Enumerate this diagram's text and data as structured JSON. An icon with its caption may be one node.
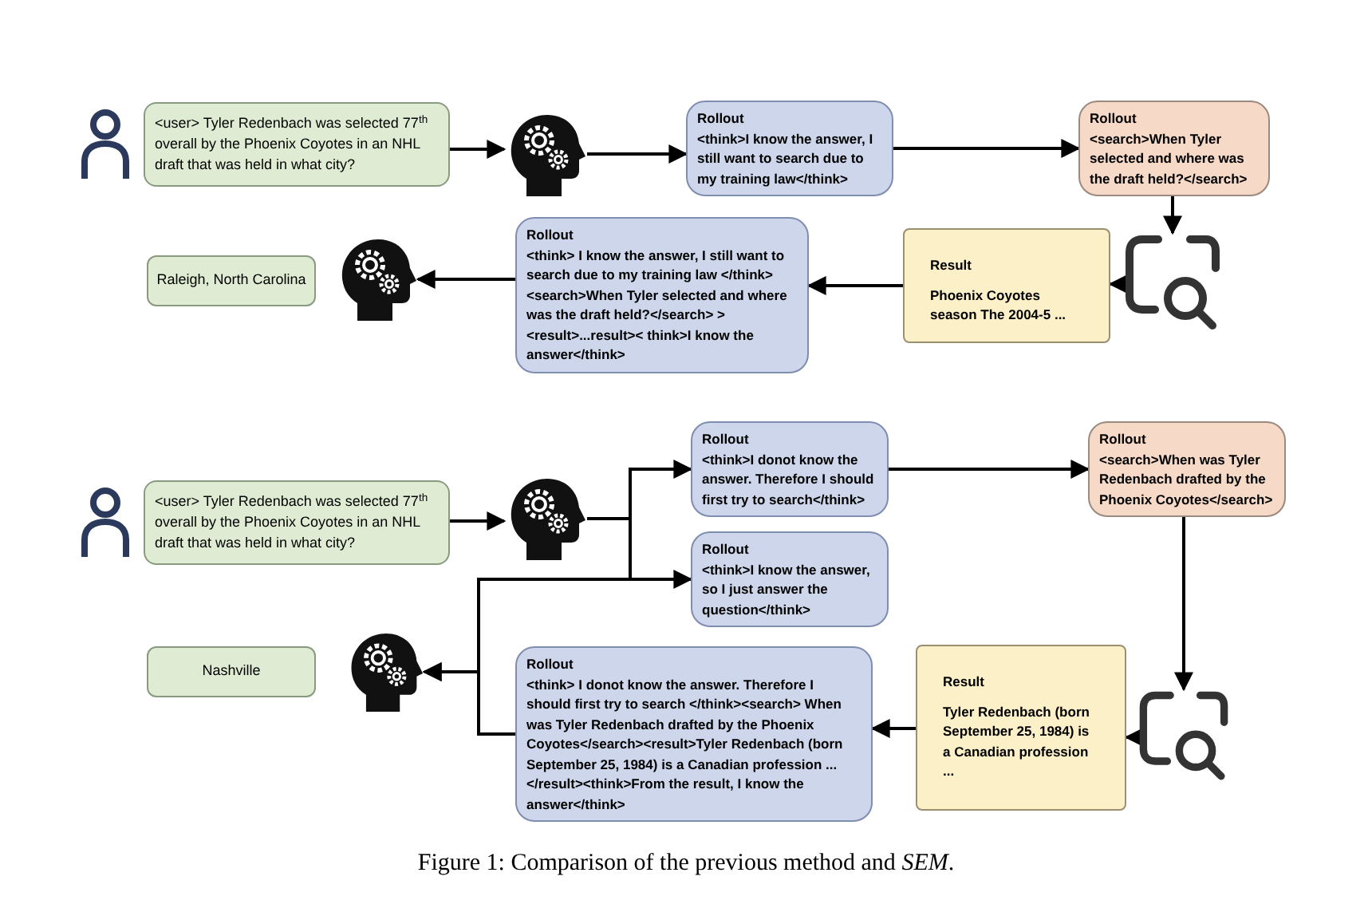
{
  "diagram": {
    "caption": "Figure 1: Comparison of the previous method and *SEM*.",
    "nodes": [
      {
        "text": [],
        "shape": "person"
      },
      {
        "text": [
          "<user> Tyler Redenbach was selected 77$^{th}$ overall by the Phoenix Coyotes in an NHL draft that was held in what city?"
        ]
      },
      {
        "text": [],
        "shape": "head"
      },
      {
        "text": [
          "Rollout",
          "<think>I know the answer, I still want to search due to my training law</think>"
        ]
      },
      {
        "text": [
          "Rollout",
          "<search>When Tyler selected and where was the draft held?</search>"
        ]
      },
      {
        "text": [],
        "shape": "magnifier"
      },
      {
        "text": [
          "Result",
          "Phoenix Coyotes season The 2004-5 ..."
        ]
      },
      {
        "text": [
          "Rollout",
          "<think> I know the answer, I still want to search due to my training law </think><search>When Tyler selected and where was the draft held?</search> ><result>...result>< think>I know the answer</think>"
        ]
      },
      {
        "text": [],
        "shape": "head"
      },
      {
        "text": [
          "Raleigh, North Carolina"
        ]
      },
      {
        "text": [],
        "shape": "person"
      },
      {
        "text": [
          "<user> Tyler Redenbach was selected 77$^{th}$ overall by the Phoenix Coyotes in an NHL draft that was held in what city?"
        ]
      },
      {
        "text": [],
        "shape": "head"
      },
      {
        "text": [
          "Rollout",
          "<think>I donot know the answer. Therefore I should first try to search</think>"
        ]
      },
      {
        "text": [
          "Rollout",
          "<think>I know the answer, so I just answer the question</think>"
        ]
      },
      {
        "text": [
          "Rollout",
          "<search>When was Tyler Redenbach drafted by the Phoenix Coyotes</search>"
        ]
      },
      {
        "text": [],
        "shape": "magnifier"
      },
      {
        "text": [
          "Result",
          "Tyler Redenbach (born September 25, 1984) is a Canadian profession ..."
        ]
      },
      {
        "text": [
          "Rollout",
          "<think> I donot know the answer. Therefore I should first try to search </think><search> When was Tyler Redenbach drafted by the Phoenix Coyotes</search><result>Tyler Redenbach (born September 25, 1984) is a Canadian profession ...</result><think>From the result, I know the answer</think>"
        ]
      },
      {
        "text": [],
        "shape": "head"
      },
      {
        "text": [
          "Nashville"
        ]
      }
    ],
    "edges": [
      {
        "from": 1,
        "to": 2,
        "arrow": "to"
      },
      {
        "from": 2,
        "to": 3,
        "arrow": "to"
      },
      {
        "from": 3,
        "to": 4,
        "arrow": "to"
      },
      {
        "from": 4,
        "to": 5,
        "arrow": "to"
      },
      {
        "from": 5,
        "to": 6,
        "arrow": "to"
      },
      {
        "from": 6,
        "to": 7,
        "arrow": "to"
      },
      {
        "from": 7,
        "to": 8,
        "arrow": "to"
      },
      {
        "from": 11,
        "to": 12,
        "arrow": "to"
      },
      {
        "from": 12,
        "to": 13,
        "arrow": "to"
      },
      {
        "from": 12,
        "to": 14,
        "arrow": "to"
      },
      {
        "from": 13,
        "to": 15,
        "arrow": "to"
      },
      {
        "from": 15,
        "to": 16,
        "arrow": "to"
      },
      {
        "from": 16,
        "to": 17,
        "arrow": "to"
      },
      {
        "from": 17,
        "to": 18,
        "arrow": "to"
      },
      {
        "from": 14,
        "to": 19,
        "arrow": "to"
      },
      {
        "from": 18,
        "to": 19,
        "arrow": "to"
      }
    ]
  }
}
